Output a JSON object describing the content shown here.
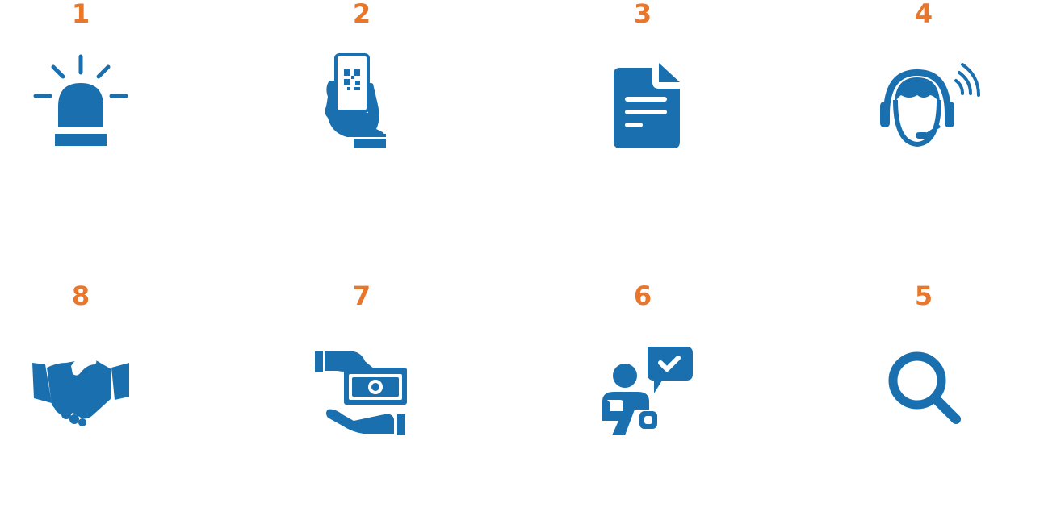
{
  "colors": {
    "icon": "#1a6fae",
    "number": "#e8762b",
    "background": "#ffffff"
  },
  "steps": [
    {
      "number": "1",
      "icon": "alarm-siren-icon"
    },
    {
      "number": "2",
      "icon": "hand-phone-qr-icon"
    },
    {
      "number": "3",
      "icon": "document-icon"
    },
    {
      "number": "4",
      "icon": "headset-support-icon"
    },
    {
      "number": "5",
      "icon": "magnifier-search-icon"
    },
    {
      "number": "6",
      "icon": "person-chat-check-icon"
    },
    {
      "number": "7",
      "icon": "hand-money-icon"
    },
    {
      "number": "8",
      "icon": "handshake-icon"
    }
  ]
}
